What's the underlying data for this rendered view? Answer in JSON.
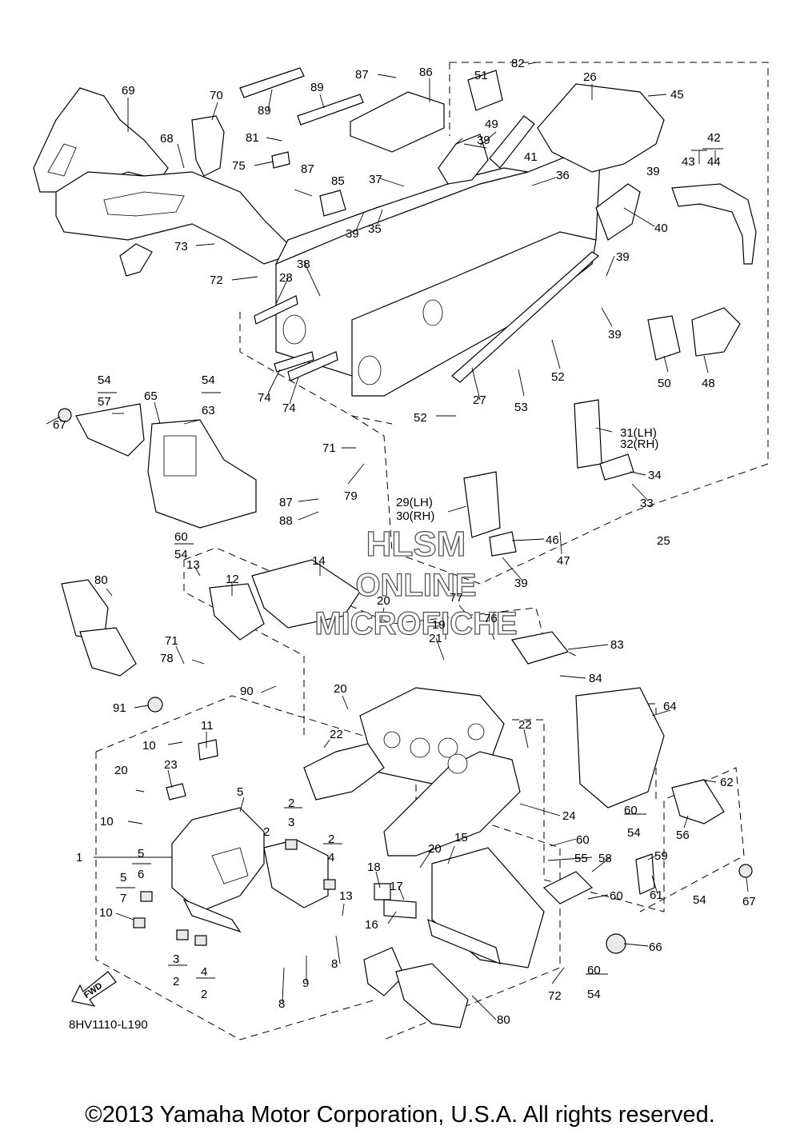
{
  "watermark": {
    "line1": "HLSM",
    "line2": "ONLINE",
    "line3": "MICROFICHE"
  },
  "diagram_code": "8HV1110-L190",
  "direction_label": "FWD",
  "copyright": "©2013 Yamaha Motor Corporation, U.S.A. All rights reserved.",
  "callouts": {
    "c1": "1",
    "c2a": "2",
    "c2b": "2",
    "c2c": "2",
    "c2d": "2",
    "c3a": "3",
    "c3b": "3",
    "c4a": "4",
    "c4b": "4",
    "c5a": "5",
    "c5b": "5",
    "c5c": "5",
    "c6": "6",
    "c7": "7",
    "c8a": "8",
    "c8b": "8",
    "c9": "9",
    "c10a": "10",
    "c10b": "10",
    "c10c": "10",
    "c11": "11",
    "c12": "12",
    "c13a": "13",
    "c13b": "13",
    "c14": "14",
    "c15": "15",
    "c16": "16",
    "c17": "17",
    "c18": "18",
    "c19": "19",
    "c20a": "20",
    "c20b": "20",
    "c20c": "20",
    "c20d": "20",
    "c21": "21",
    "c22a": "22",
    "c22b": "22",
    "c23": "23",
    "c24": "24",
    "c25": "25",
    "c26": "26",
    "c27": "27",
    "c28": "28",
    "c29": "29(LH)",
    "c30": "30(RH)",
    "c31": "31(LH)",
    "c32": "32(RH)",
    "c33": "33",
    "c34": "34",
    "c35": "35",
    "c36": "36",
    "c37": "37",
    "c38": "38",
    "c39a": "39",
    "c39b": "39",
    "c39c": "39",
    "c39d": "39",
    "c39e": "39",
    "c39f": "39",
    "c40": "40",
    "c41": "41",
    "c42": "42",
    "c43": "43",
    "c44": "44",
    "c45": "45",
    "c46": "46",
    "c47": "47",
    "c48": "48",
    "c49": "49",
    "c50": "50",
    "c51": "51",
    "c52a": "52",
    "c52b": "52",
    "c53": "53",
    "c54a": "54",
    "c54b": "54",
    "c54c": "54",
    "c54d": "54",
    "c54e": "54",
    "c54f": "54",
    "c55": "55",
    "c56": "56",
    "c57": "57",
    "c58": "58",
    "c59": "59",
    "c60a": "60",
    "c60b": "60",
    "c60c": "60",
    "c60d": "60",
    "c60e": "60",
    "c61": "61",
    "c62": "62",
    "c63": "63",
    "c64": "64",
    "c65": "65",
    "c66": "66",
    "c67a": "67",
    "c67b": "67",
    "c68": "68",
    "c69": "69",
    "c70": "70",
    "c71a": "71",
    "c71b": "71",
    "c72a": "72",
    "c72b": "72",
    "c73": "73",
    "c74a": "74",
    "c74b": "74",
    "c75": "75",
    "c76": "76",
    "c77": "77",
    "c78": "78",
    "c79": "79",
    "c80a": "80",
    "c80b": "80",
    "c81": "81",
    "c82": "82",
    "c83": "83",
    "c84": "84",
    "c85": "85",
    "c86": "86",
    "c87a": "87",
    "c87b": "87",
    "c87c": "87",
    "c88": "88",
    "c89a": "89",
    "c89b": "89",
    "c90": "90",
    "c91": "91"
  }
}
